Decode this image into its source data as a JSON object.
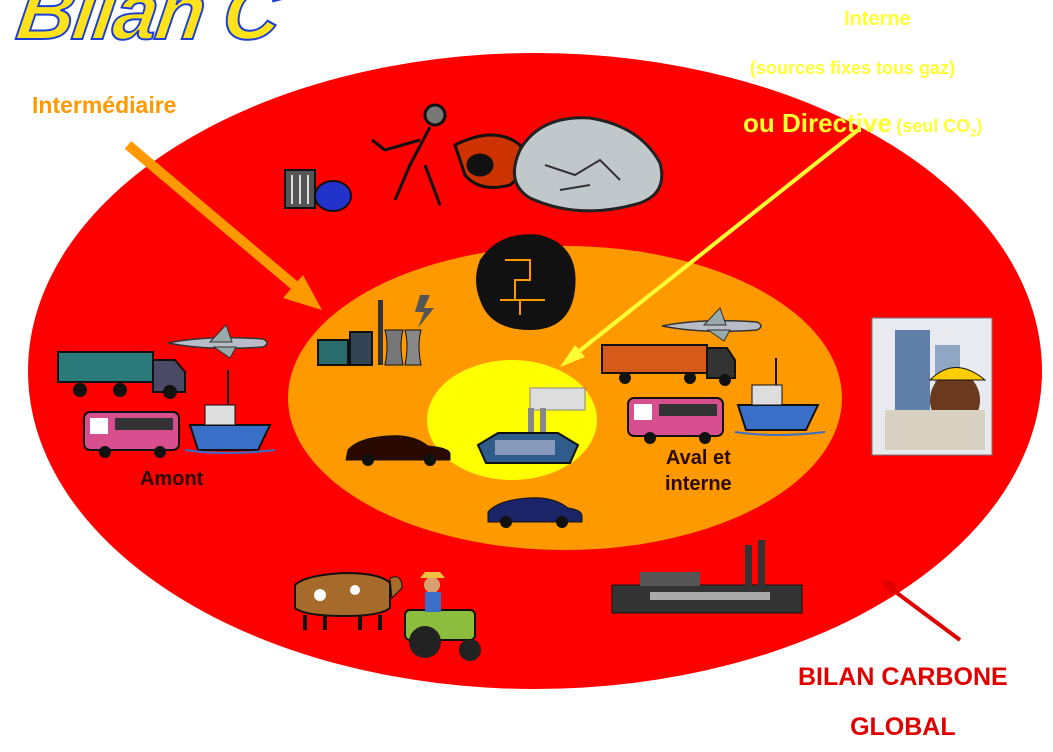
{
  "title_fragment": "Bilan C",
  "labels": {
    "intermediaire": "Intermédiaire",
    "interne": "Interne",
    "sources": "(sources fixes tous gaz)",
    "ou_directive": "ou Directive",
    "seul_co2_prefix": "(seul CO",
    "seul_co2_sub": "2",
    "seul_co2_suffix": ")",
    "amont": "Amont",
    "aval_line1": "Aval et",
    "aval_line2": "interne",
    "bilan_line1": "BILAN CARBONE",
    "bilan_line2": "GLOBAL"
  },
  "colors": {
    "outer_ellipse": "#ff0000",
    "middle_ellipse": "#ff9900",
    "inner_ellipse": "#ffff00",
    "title_fill": "#ffe21a",
    "title_stroke": "#1d3fd6",
    "label_orange": "#ff9900",
    "label_yellow": "#ffff33",
    "label_dark": "#2a0a00",
    "label_red": "#e00000"
  },
  "icons": [
    "trash-bin-icon",
    "fuel-pump-worker-icon",
    "car-wreck-icon",
    "brain-icon",
    "power-plant-icon",
    "airplane-icon",
    "truck-icon",
    "bus-icon",
    "cargo-ship-icon",
    "car-icon",
    "factory-icon",
    "construction-workers-icon",
    "cow-icon",
    "farmer-tractor-icon"
  ]
}
